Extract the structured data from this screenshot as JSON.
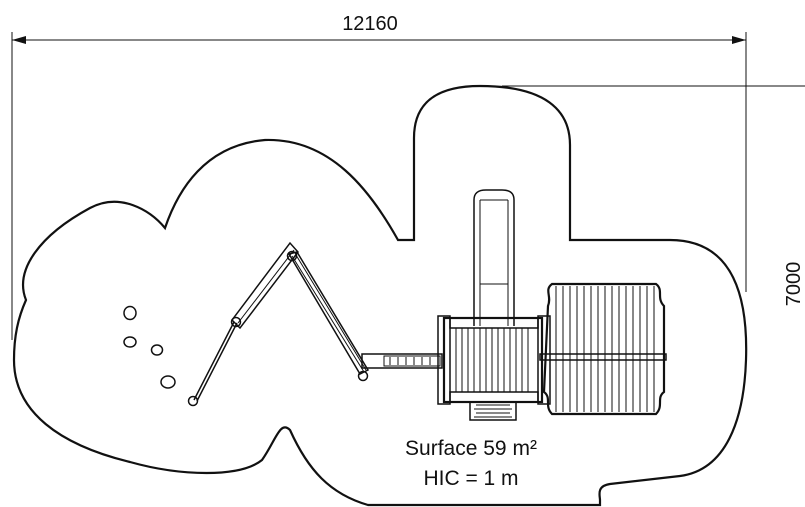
{
  "dimensions": {
    "width_label": "12160",
    "height_label": "7000"
  },
  "info": {
    "surface": "Surface 59 m²",
    "hic": "HIC = 1 m"
  },
  "colors": {
    "line": "#111111",
    "background": "#ffffff"
  }
}
